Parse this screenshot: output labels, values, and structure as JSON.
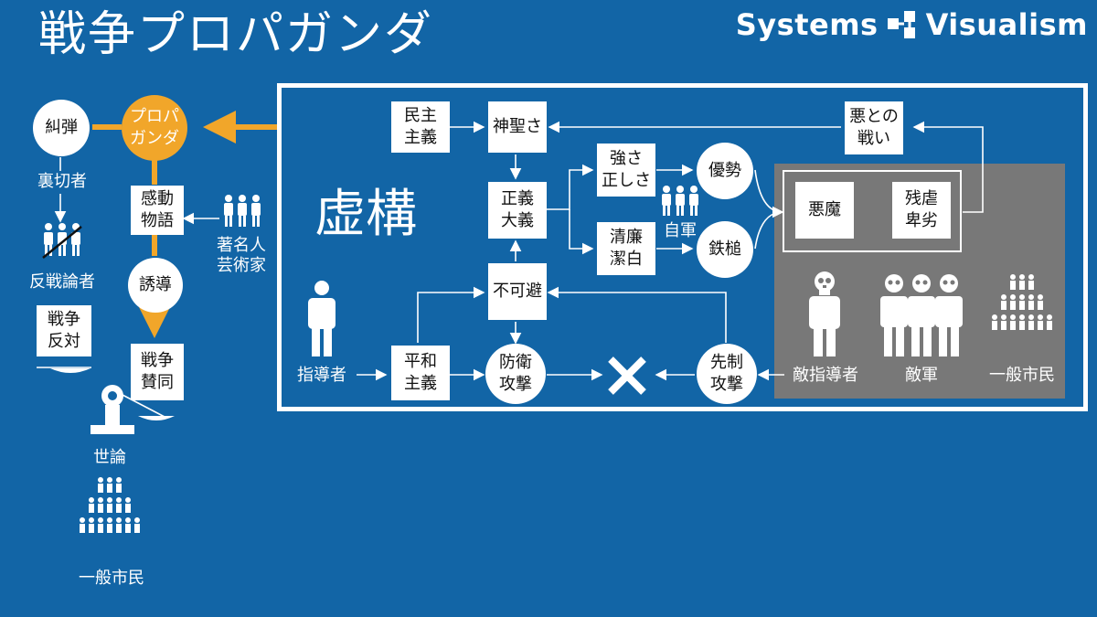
{
  "title": "戦争プロパガンダ",
  "brand": {
    "name_left": "Systems",
    "name_right": "Visualism"
  },
  "colors": {
    "background": "#1265a6",
    "accent_orange": "#f1a62a",
    "enemy_panel": "#787878",
    "box": "#ffffff"
  },
  "left": {
    "denounce": "糾弾",
    "propaganda": "プロパ\nガンダ",
    "traitor": "裏切者",
    "antiwar_person": "反戦論者",
    "war_opposition": "戦争\n反対",
    "moving_story": "感動\n物語",
    "celebrities": "著名人\n芸術家",
    "guidance": "誘導",
    "war_support": "戦争\n賛同",
    "public_opinion": "世論",
    "citizens": "一般市民"
  },
  "fiction_label": "虚構",
  "flow": {
    "democracy": "民主\n主義",
    "sanctity": "神聖さ",
    "justice": "正義\n大義",
    "strength": "強さ\n正しさ",
    "integrity": "清廉\n潔白",
    "superiority": "優勢",
    "hammer": "鉄槌",
    "own_army": "自軍",
    "unavoidable": "不可避",
    "leader": "指導者",
    "pacifism": "平和\n主義",
    "defensive": "防衛\n攻撃",
    "preemptive": "先制\n攻撃",
    "fight_evil": "悪との\n戦い",
    "devil": "悪魔",
    "cruelty": "残虐\n卑劣",
    "enemy_leader": "敵指導者",
    "enemy_army": "敵軍",
    "enemy_citizens": "一般市民"
  }
}
